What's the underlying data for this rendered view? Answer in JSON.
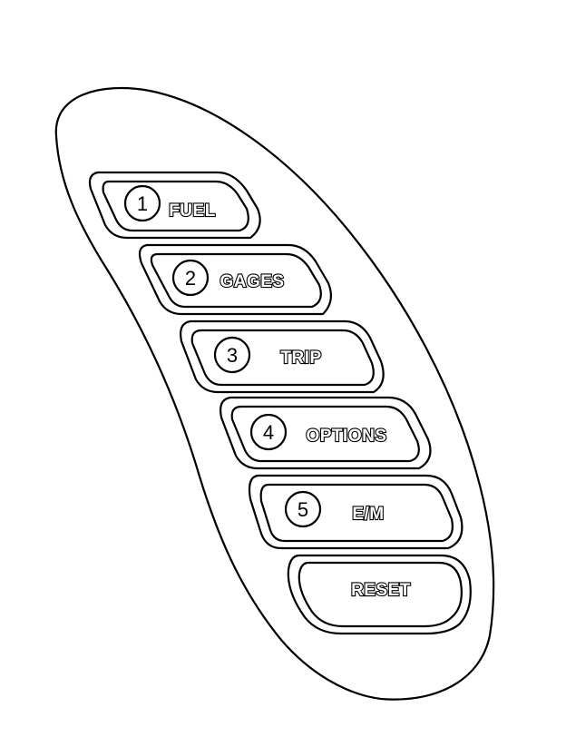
{
  "buttons": [
    {
      "number": "1",
      "label": "FUEL"
    },
    {
      "number": "2",
      "label": "GAGES"
    },
    {
      "number": "3",
      "label": "TRIP"
    },
    {
      "number": "4",
      "label": "OPTIONS"
    },
    {
      "number": "5",
      "label": "E/M"
    }
  ],
  "reset": {
    "label": "RESET"
  }
}
